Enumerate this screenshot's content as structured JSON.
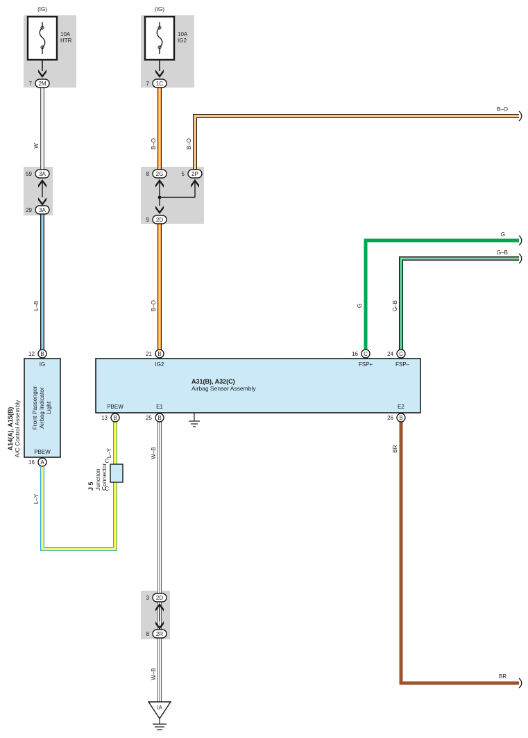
{
  "fuses": {
    "htr": {
      "source": "(IG)",
      "amps": "10A",
      "name": "HTR"
    },
    "ig2": {
      "source": "(IG)",
      "amps": "10A",
      "name": "IG2"
    }
  },
  "connectors": {
    "c2M": "2M",
    "c1C": "1C",
    "c3A": "3A",
    "c2G": "2G",
    "c2P": "2P",
    "c2D": "2D",
    "c2R": "2R",
    "cB": "B",
    "cC": "C",
    "cA": "A"
  },
  "pins": {
    "p7a": "7",
    "p7b": "7",
    "p59": "59",
    "p29": "29",
    "p8": "8",
    "p5": "5",
    "p9": "9",
    "p12": "12",
    "p21": "21",
    "p16c": "16",
    "p24": "24",
    "p13": "13",
    "p25": "25",
    "p26": "26",
    "p16a": "16",
    "p3": "3",
    "p8b": "8"
  },
  "wires": {
    "w": "W",
    "lb": "L–B",
    "bo1": "B–O",
    "bo2": "B–O",
    "bo3": "B–O",
    "bo_out": "B–O",
    "g": "G",
    "g_out": "G",
    "gb": "G–B",
    "gb_out": "G–B",
    "ly1": "L–Y",
    "ly2": "L–Y",
    "wb1": "W–B",
    "wb2": "W–B",
    "br": "BR",
    "br_out": "BR"
  },
  "colors": {
    "W": "#f2f2f2",
    "L-B": "#29a9e1",
    "B-O": "#f0a04b",
    "G": "#00a651",
    "G-B": "#00a651",
    "L-Y": "#f6eb16",
    "W-B": "#ffffff",
    "BR": "#a0522d",
    "box_fill": "#cce9f8",
    "gray_block": "#d4d4d4"
  },
  "ac_control": {
    "code": "A14(A), A15(B)",
    "name": "A/C Control Assembly",
    "inner": [
      "Front Passenger",
      "Airbag Indicator",
      "Light"
    ],
    "ig": "IG",
    "pbew": "PBEW"
  },
  "airbag_sensor": {
    "code": "A31(B), A32(C)",
    "name": "Airbag Sensor Assembly",
    "ig2": "IG2",
    "fsp_plus": "FSP+",
    "fsp_minus": "FSP–",
    "pbew": "PBEW",
    "e1": "E1",
    "e2": "E2"
  },
  "junction": {
    "code": "J 5",
    "name": [
      "Junction",
      "Connector"
    ],
    "c_top": "C",
    "c_bot": "C"
  },
  "ground": {
    "label": "IA"
  }
}
